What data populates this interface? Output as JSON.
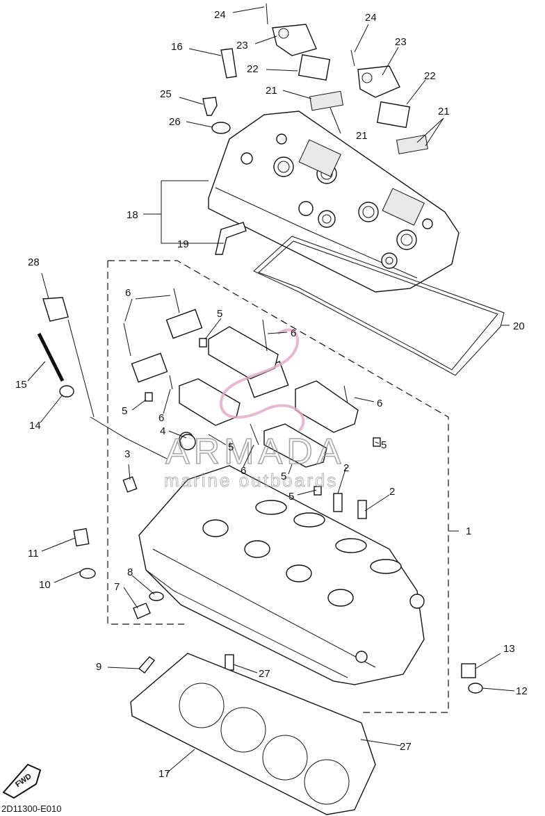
{
  "diagram_code": "2D11300-E010",
  "fwd_badge": "FWD",
  "watermark": {
    "title": "ARMADA",
    "subtitle": "marine outboards",
    "accent": "#e0a8c6"
  },
  "labels": {
    "l1": "1",
    "l2a": "2",
    "l2b": "2",
    "l3": "3",
    "l4": "4",
    "l5a": "5",
    "l5b": "5",
    "l5c": "5",
    "l5d": "5",
    "l5e": "5",
    "l5f": "5",
    "l6a": "6",
    "l6b": "6",
    "l6c": "6",
    "l6d": "6",
    "l6e": "6",
    "l7": "7",
    "l8": "8",
    "l9": "9",
    "l10": "10",
    "l11": "11",
    "l12": "12",
    "l13": "13",
    "l14": "14",
    "l15": "15",
    "l16": "16",
    "l17": "17",
    "l18": "18",
    "l19": "19",
    "l20": "20",
    "l21a": "21",
    "l21b": "21",
    "l21c": "21",
    "l22a": "22",
    "l22b": "22",
    "l23a": "23",
    "l23b": "23",
    "l24a": "24",
    "l24b": "24",
    "l25": "25",
    "l26": "26",
    "l27a": "27",
    "l27b": "27",
    "l28": "28"
  }
}
